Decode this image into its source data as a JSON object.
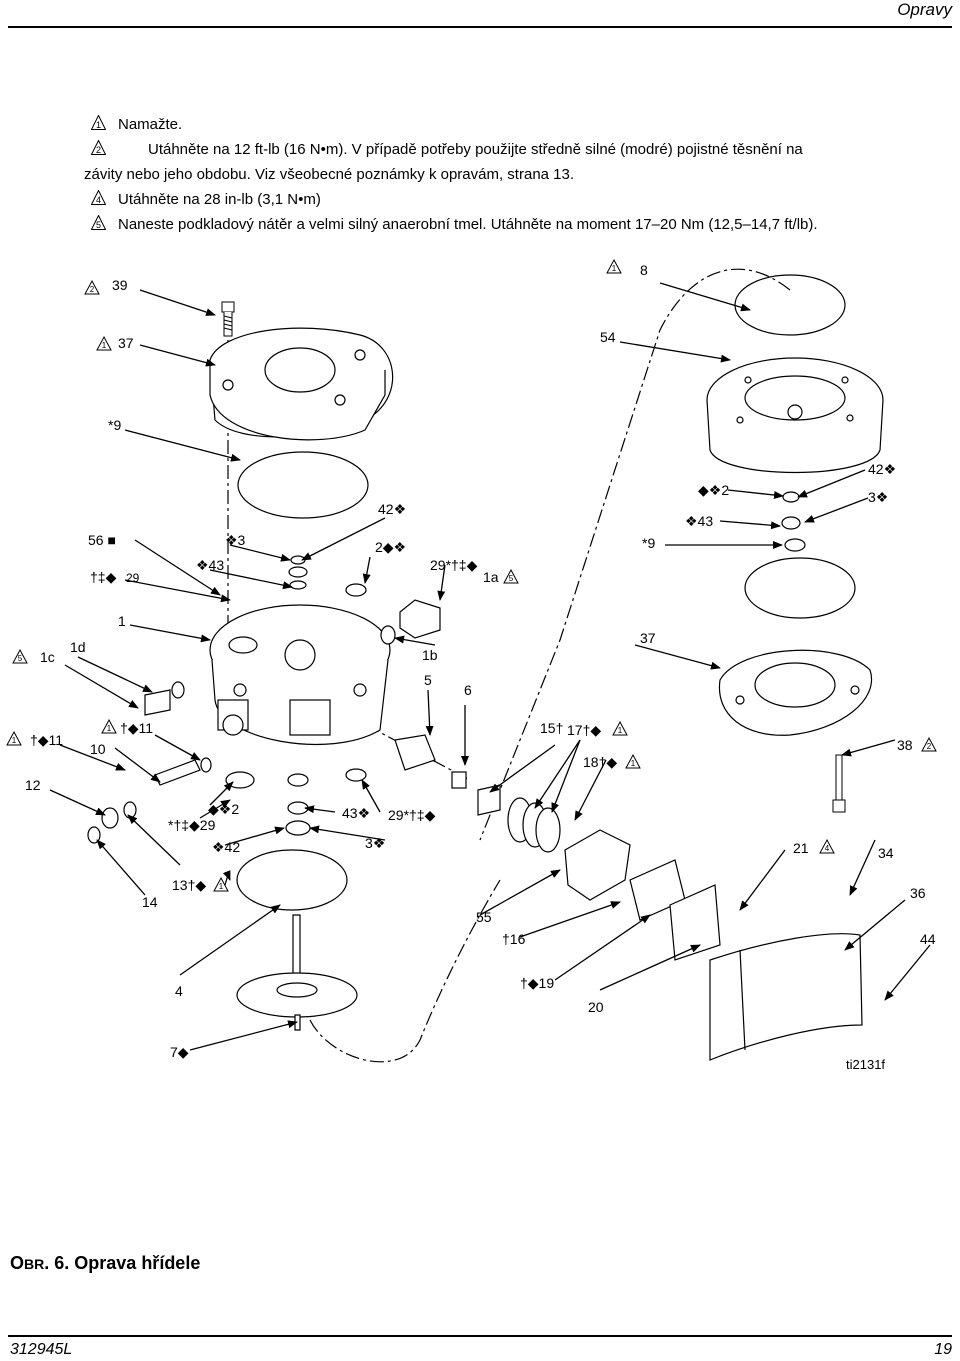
{
  "header": {
    "section": "Opravy"
  },
  "notes": [
    {
      "num": "1",
      "text": "Namažte."
    },
    {
      "num": "2",
      "text": "Utáhněte na 12 ft-lb (16 N•m). V případě potřeby použijte středně silné (modré) pojistné těsnění na",
      "cont": "závity nebo jeho obdobu. Viz všeobecné poznámky k opravám, strana 13."
    },
    {
      "num": "4",
      "text": "Utáhněte na 28 in-lb (3,1 N•m)"
    },
    {
      "num": "5",
      "text": "Naneste podkladový nátěr a velmi silný anaerobní tmel. Utáhněte na moment 17–20 Nm (12,5–14,7 ft/lb)."
    }
  ],
  "callouts": {
    "c39": "39",
    "c8": "8",
    "c37a": "37",
    "c54": "54",
    "c9a": "*9",
    "c42a": "42❖",
    "c2a": "◆❖2",
    "c3a": "3❖",
    "c43a": "❖43",
    "c9b": "*9",
    "c42b": "42❖",
    "c56": "56 ■",
    "c3b": "❖3",
    "c2b": "2◆❖",
    "c43b": "❖43",
    "c29a": "†‡◆",
    "c29a2": "29",
    "c29b": "29*†‡◆",
    "c1a": "1a",
    "c1": "1",
    "c1d": "1d",
    "c1c": "1c",
    "c1b": "1b",
    "c5": "5",
    "c6": "6",
    "c37b": "37",
    "c11a": "†◆11",
    "c11b": "†◆11",
    "c10": "10",
    "c15": "15†",
    "c17": "17†◆",
    "c18": "18†◆",
    "c38": "38",
    "c12": "12",
    "c2c": "◆❖2",
    "c29c": "*†‡◆29",
    "c43c": "43❖",
    "c29d": "29*†‡◆",
    "c42c": "❖42",
    "c3c": "3❖",
    "c21": "21",
    "c34": "34",
    "c14": "14",
    "c13": "13†◆",
    "c55": "55",
    "c36": "36",
    "c16": "†16",
    "c44": "44",
    "c4": "4",
    "c19": "†◆19",
    "c20": "20",
    "c7": "7◆"
  },
  "figure_ref": "ti2131f",
  "caption": {
    "prefix": "O",
    "prefix_small": "BR",
    "number": ". 6.",
    "title": "Oprava hřídele"
  },
  "footer": {
    "doc_number": "312945L",
    "page": "19"
  }
}
